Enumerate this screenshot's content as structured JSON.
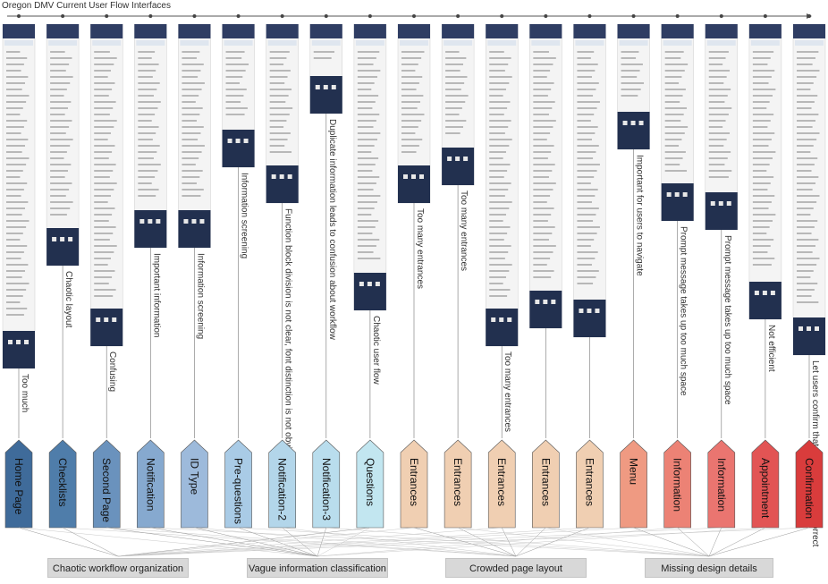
{
  "title": "Oregon DMV Current User Flow Interfaces",
  "pages": [
    {
      "label": "Home Page",
      "color": "#3f6b9a",
      "issue": "Too much"
    },
    {
      "label": "Checklists",
      "color": "#4f7daa",
      "issue": "Chaotic layout"
    },
    {
      "label": "Second Page",
      "color": "#6a92bd",
      "issue": "Confusing"
    },
    {
      "label": "Notification",
      "color": "#86a9cf",
      "issue": "Important information"
    },
    {
      "label": "ID Type",
      "color": "#9dbadb",
      "issue": "Information screening"
    },
    {
      "label": "Pre-questions",
      "color": "#a9cbe6",
      "issue": "Information screening"
    },
    {
      "label": "Notification-2",
      "color": "#b3d6ea",
      "issue": "Function block division is not clear, font distinction is not obvious"
    },
    {
      "label": "Notification-3",
      "color": "#b9dded",
      "issue": "Duplicate information leads to confusion about workflow"
    },
    {
      "label": "Questions",
      "color": "#c2e6f0",
      "issue": "Chaotic user flow"
    },
    {
      "label": "Entrances",
      "color": "#f0cfb2",
      "issue": "Too many entrances"
    },
    {
      "label": "Entrances",
      "color": "#f0cfb2",
      "issue": "Too many entrances"
    },
    {
      "label": "Entrances",
      "color": "#f0cfb2",
      "issue": "Too many entrances"
    },
    {
      "label": "Entrances",
      "color": "#f0cfb2",
      "issue": ""
    },
    {
      "label": "Entrances",
      "color": "#f0cfb2",
      "issue": ""
    },
    {
      "label": "Menu",
      "color": "#ef9a82",
      "issue": "Important for users to navigate"
    },
    {
      "label": "Information",
      "color": "#ec8275",
      "issue": "Prompt message takes up too much space"
    },
    {
      "label": "Information",
      "color": "#ea7570",
      "issue": "Prompt message takes up too much space"
    },
    {
      "label": "Appointment",
      "color": "#e25454",
      "issue": "Not efficient"
    },
    {
      "label": "Confirmation",
      "color": "#d93c3c",
      "issue": "Let users confirm that the information is correct"
    }
  ],
  "categories": [
    "Chaotic workflow organization",
    "Vague information classification",
    "Crowded page layout",
    "Missing design details"
  ],
  "colors": {
    "screen_dark": "#22304f",
    "screen_light": "#f4f4f4",
    "line": "#999999"
  }
}
